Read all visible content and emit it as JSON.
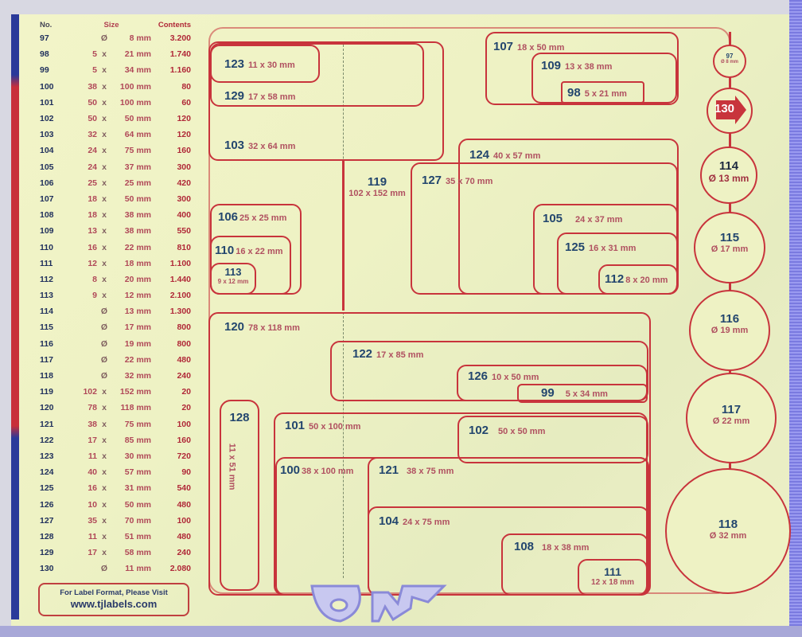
{
  "table": {
    "headers": {
      "no": "No.",
      "size": "Size",
      "contents": "Contents"
    },
    "rows": [
      {
        "no": "97",
        "a": "",
        "x": "Ø",
        "b": "8 mm",
        "contents": "3.200"
      },
      {
        "no": "98",
        "a": "5",
        "x": "x",
        "b": "21 mm",
        "contents": "1.740"
      },
      {
        "no": "99",
        "a": "5",
        "x": "x",
        "b": "34 mm",
        "contents": "1.160"
      },
      {
        "no": "100",
        "a": "38",
        "x": "x",
        "b": "100 mm",
        "contents": "80"
      },
      {
        "no": "101",
        "a": "50",
        "x": "x",
        "b": "100 mm",
        "contents": "60"
      },
      {
        "no": "102",
        "a": "50",
        "x": "x",
        "b": "50 mm",
        "contents": "120"
      },
      {
        "no": "103",
        "a": "32",
        "x": "x",
        "b": "64 mm",
        "contents": "120"
      },
      {
        "no": "104",
        "a": "24",
        "x": "x",
        "b": "75 mm",
        "contents": "160"
      },
      {
        "no": "105",
        "a": "24",
        "x": "x",
        "b": "37 mm",
        "contents": "300"
      },
      {
        "no": "106",
        "a": "25",
        "x": "x",
        "b": "25 mm",
        "contents": "420"
      },
      {
        "no": "107",
        "a": "18",
        "x": "x",
        "b": "50 mm",
        "contents": "300"
      },
      {
        "no": "108",
        "a": "18",
        "x": "x",
        "b": "38 mm",
        "contents": "400"
      },
      {
        "no": "109",
        "a": "13",
        "x": "x",
        "b": "38 mm",
        "contents": "550"
      },
      {
        "no": "110",
        "a": "16",
        "x": "x",
        "b": "22 mm",
        "contents": "810"
      },
      {
        "no": "111",
        "a": "12",
        "x": "x",
        "b": "18 mm",
        "contents": "1.100"
      },
      {
        "no": "112",
        "a": "8",
        "x": "x",
        "b": "20 mm",
        "contents": "1.440"
      },
      {
        "no": "113",
        "a": "9",
        "x": "x",
        "b": "12 mm",
        "contents": "2.100"
      },
      {
        "no": "114",
        "a": "",
        "x": "Ø",
        "b": "13 mm",
        "contents": "1.300"
      },
      {
        "no": "115",
        "a": "",
        "x": "Ø",
        "b": "17 mm",
        "contents": "800"
      },
      {
        "no": "116",
        "a": "",
        "x": "Ø",
        "b": "19 mm",
        "contents": "800"
      },
      {
        "no": "117",
        "a": "",
        "x": "Ø",
        "b": "22 mm",
        "contents": "480"
      },
      {
        "no": "118",
        "a": "",
        "x": "Ø",
        "b": "32 mm",
        "contents": "240"
      },
      {
        "no": "119",
        "a": "102",
        "x": "x",
        "b": "152 mm",
        "contents": "20"
      },
      {
        "no": "120",
        "a": "78",
        "x": "x",
        "b": "118 mm",
        "contents": "20"
      },
      {
        "no": "121",
        "a": "38",
        "x": "x",
        "b": "75 mm",
        "contents": "100"
      },
      {
        "no": "122",
        "a": "17",
        "x": "x",
        "b": "85 mm",
        "contents": "160"
      },
      {
        "no": "123",
        "a": "11",
        "x": "x",
        "b": "30 mm",
        "contents": "720"
      },
      {
        "no": "124",
        "a": "40",
        "x": "x",
        "b": "57 mm",
        "contents": "90"
      },
      {
        "no": "125",
        "a": "16",
        "x": "x",
        "b": "31 mm",
        "contents": "540"
      },
      {
        "no": "126",
        "a": "10",
        "x": "x",
        "b": "50 mm",
        "contents": "480"
      },
      {
        "no": "127",
        "a": "35",
        "x": "x",
        "b": "70 mm",
        "contents": "100"
      },
      {
        "no": "128",
        "a": "11",
        "x": "x",
        "b": "51 mm",
        "contents": "480"
      },
      {
        "no": "129",
        "a": "17",
        "x": "x",
        "b": "58 mm",
        "contents": "240"
      },
      {
        "no": "130",
        "a": "",
        "x": "Ø",
        "b": "11 mm",
        "contents": "2.080"
      }
    ]
  },
  "visit": {
    "line1": "For Label Format, Please Visit",
    "line2": "www.tjlabels.com"
  },
  "labels": {
    "l123": {
      "num": "123",
      "dim": "11 x 30 mm"
    },
    "l129": {
      "num": "129",
      "dim": "17 x 58 mm"
    },
    "l103": {
      "num": "103",
      "dim": "32 x 64 mm"
    },
    "l119": {
      "num": "119",
      "dim": "102 x 152 mm"
    },
    "l107": {
      "num": "107",
      "dim": "18 x 50 mm"
    },
    "l109": {
      "num": "109",
      "dim": "13 x 38 mm"
    },
    "l98": {
      "num": "98",
      "dim": "5 x 21 mm"
    },
    "l124": {
      "num": "124",
      "dim": "40 x 57 mm"
    },
    "l127": {
      "num": "127",
      "dim": "35 x 70 mm"
    },
    "l105": {
      "num": "105",
      "dim": "24 x 37 mm"
    },
    "l125": {
      "num": "125",
      "dim": "16 x 31 mm"
    },
    "l112": {
      "num": "112",
      "dim": "8 x 20 mm"
    },
    "l106": {
      "num": "106",
      "dim": "25 x 25 mm"
    },
    "l110": {
      "num": "110",
      "dim": "16 x 22 mm"
    },
    "l113": {
      "num": "113",
      "dim": "9 x 12 mm"
    },
    "l120": {
      "num": "120",
      "dim": "78 x 118 mm"
    },
    "l122": {
      "num": "122",
      "dim": "17 x 85 mm"
    },
    "l126": {
      "num": "126",
      "dim": "10 x 50 mm"
    },
    "l99": {
      "num": "99",
      "dim": "5 x 34 mm"
    },
    "l128": {
      "num": "128",
      "dim": "11 x 51 mm"
    },
    "l101": {
      "num": "101",
      "dim": "50 x 100 mm"
    },
    "l102": {
      "num": "102",
      "dim": "50 x 50 mm"
    },
    "l100": {
      "num": "100",
      "dim": "38 x 100 mm"
    },
    "l121": {
      "num": "121",
      "dim": "38 x 75 mm"
    },
    "l104": {
      "num": "104",
      "dim": "24 x 75 mm"
    },
    "l108": {
      "num": "108",
      "dim": "18 x 38 mm"
    },
    "l111": {
      "num": "111",
      "dim": "12 x 18 mm"
    }
  },
  "circles": {
    "c97": {
      "num": "97",
      "dim": "Ø 8 mm"
    },
    "c130": {
      "num": "130"
    },
    "c114": {
      "num": "114",
      "dim": "Ø 13 mm"
    },
    "c115": {
      "num": "115",
      "dim": "Ø 17 mm"
    },
    "c116": {
      "num": "116",
      "dim": "Ø 19 mm"
    },
    "c117": {
      "num": "117",
      "dim": "Ø 22 mm"
    },
    "c118": {
      "num": "118",
      "dim": "Ø 32 mm"
    }
  },
  "colors": {
    "outline": "#c8343c",
    "number": "#23466e",
    "dimension": "#b05060",
    "sheet": "#eef2c4"
  }
}
